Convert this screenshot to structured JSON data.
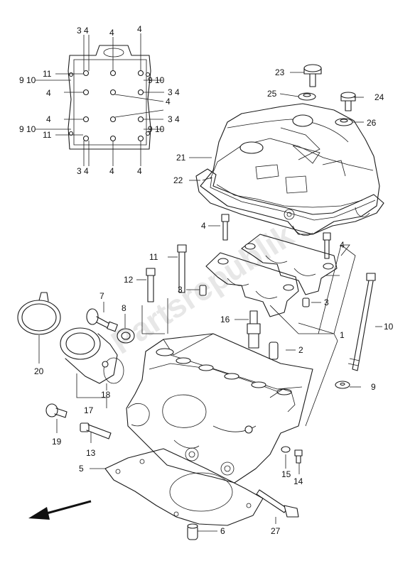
{
  "watermark": "Partsrepublik",
  "labels": {
    "c1": "1",
    "c2": "2",
    "c3a": "3",
    "c3b": "3",
    "c4": "4",
    "c4b": "4",
    "c5": "5",
    "c6": "6",
    "c7": "7",
    "c8": "8",
    "c9": "9",
    "c10": "10",
    "c11": "11",
    "c12": "12",
    "c13": "13",
    "c14": "14",
    "c15": "15",
    "c16": "16",
    "c17": "17",
    "c18": "18",
    "c19": "19",
    "c20": "20",
    "c21": "21",
    "c22": "22",
    "c23": "23",
    "c24": "24",
    "c25": "25",
    "c26": "26",
    "c27": "27"
  },
  "torque_chart": {
    "top_left": "3 4",
    "top_mid": "4",
    "top_right": "4",
    "r1_left_a": "11",
    "r1_left_b": "9 10",
    "r1_right": "9 10",
    "r2_left": "4",
    "r2_right": "3 4",
    "r2_mid": "4",
    "r3_left": "4",
    "r3_right": "3 4",
    "r4_left_a": "9 10",
    "r4_left_b": "11",
    "r4_right": "9 10",
    "bot_left": "3 4",
    "bot_mid": "4",
    "bot_right": "4"
  },
  "icons": [
    "direction-arrow-icon"
  ]
}
